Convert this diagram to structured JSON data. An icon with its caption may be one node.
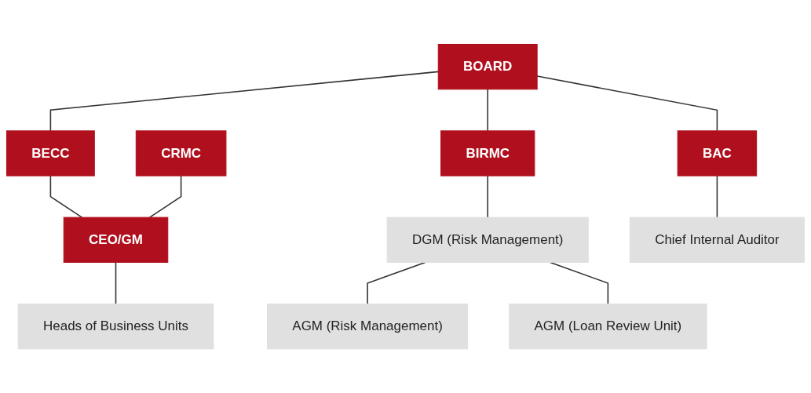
{
  "diagram": {
    "nodes": [
      {
        "text": [
          "BOARD"
        ]
      },
      {
        "text": [
          "BECC"
        ]
      },
      {
        "text": [
          "BIRMC"
        ]
      },
      {
        "text": [
          "BAC"
        ]
      },
      {
        "text": [
          "CRMC"
        ]
      },
      {
        "text": [
          "CEO/GM"
        ]
      },
      {
        "text": [
          "Heads of Business Units"
        ]
      },
      {
        "text": [
          "DGM (Risk Management)"
        ]
      },
      {
        "text": [
          "Chief Internal Auditor"
        ]
      },
      {
        "text": [
          "AGM (Risk Management)"
        ]
      },
      {
        "text": [
          "AGM (Loan Review Unit)"
        ]
      }
    ],
    "edges": [
      {
        "from": 0,
        "to": 1,
        "arrow": "none"
      },
      {
        "from": 0,
        "to": 2,
        "arrow": "none"
      },
      {
        "from": 0,
        "to": 3,
        "arrow": "none"
      },
      {
        "from": 1,
        "to": 5,
        "arrow": "none"
      },
      {
        "from": 4,
        "to": 5,
        "arrow": "none"
      },
      {
        "from": 5,
        "to": 6,
        "arrow": "none"
      },
      {
        "from": 2,
        "to": 7,
        "arrow": "none"
      },
      {
        "from": 3,
        "to": 8,
        "arrow": "none"
      },
      {
        "from": 7,
        "to": 9,
        "arrow": "none"
      },
      {
        "from": 7,
        "to": 10,
        "arrow": "none"
      }
    ]
  }
}
